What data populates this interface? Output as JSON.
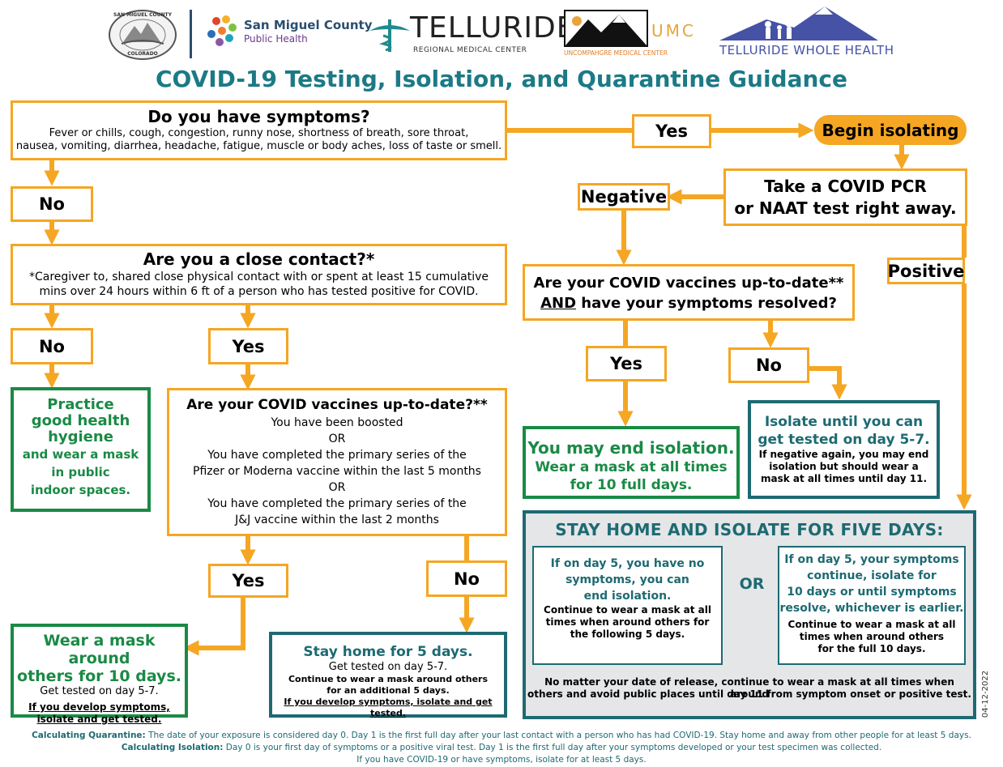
{
  "logos": {
    "county_seal": {
      "top": "SAN MIGUEL COUNTY",
      "bottom": "COLORADO"
    },
    "public_health": {
      "line1": "San Miguel County",
      "line2": "Public Health"
    },
    "telluride": {
      "name": "TELLURIDE",
      "sub": "REGIONAL MEDICAL CENTER"
    },
    "umc": {
      "abbr": "UMC",
      "name": "UNCOMPAHGRE MEDICAL CENTER"
    },
    "whole_health": {
      "name": "TELLURIDE WHOLE HEALTH"
    }
  },
  "title": "COVID-19 Testing, Isolation, and Quarantine Guidance",
  "symptoms": {
    "question": "Do you have symptoms?",
    "line1": "Fever or chills, cough, congestion, runny nose, shortness of breath, sore throat,",
    "line2": "nausea, vomiting, diarrhea, headache, fatigue, muscle or body aches, loss of taste or smell."
  },
  "labels": {
    "yes": "Yes",
    "no": "No",
    "negative": "Negative",
    "positive": "Positive"
  },
  "begin_isolating": "Begin isolating",
  "pcr": {
    "line1": "Take a COVID PCR",
    "line2": "or NAAT test right away."
  },
  "close_contact": {
    "question": "Are you a close contact?*",
    "line1": "*Caregiver to, shared close physical contact with or spent at least 15 cumulative",
    "line2": "mins over 24 hours within 6 ft of a person who has tested positive for COVID."
  },
  "hygiene": {
    "line1": "Practice",
    "line2": "good health",
    "line3": "hygiene",
    "line4": "and wear a mask",
    "line5": "in public",
    "line6": "indoor spaces."
  },
  "vaccines": {
    "question": "Are your COVID vaccines up-to-date?**",
    "l1": "You have been boosted",
    "or1": "OR",
    "l2": "You have completed the primary series of the",
    "l3": "Pfizer or Moderna vaccine within the last 5 months",
    "or2": "OR",
    "l4": "You have completed the primary series of the",
    "l5": "J&J vaccine within the last 2 months"
  },
  "vax_resolved": {
    "line1": "Are your COVID vaccines up-to-date**",
    "and": "AND",
    "line2": " have your symptoms resolved?"
  },
  "end_isolation": {
    "title": "You may end isolation.",
    "line1": "Wear a mask at all times",
    "line2": "for 10 full days."
  },
  "isolate_until": {
    "line1": "Isolate until you can",
    "line2": "get tested on day 5-7.",
    "n1": "If negative again, you may end",
    "n2": "isolation but should wear a",
    "n3": "mask at all times until day 11."
  },
  "mask10": {
    "line1": "Wear a mask around",
    "line2": "others for 10 days.",
    "tested": "Get tested on day 5-7.",
    "u1": "If you develop symptoms,",
    "u2": "isolate and get tested."
  },
  "stay5": {
    "title": "Stay home for 5 days.",
    "tested": "Get tested on day 5-7.",
    "c1": "Continue to wear a mask around others",
    "c2": "for an additional 5 days.",
    "u": "If you develop symptoms, isolate and get tested."
  },
  "five_days": {
    "title": "STAY HOME AND ISOLATE FOR FIVE DAYS:",
    "left": {
      "t1": "If on day 5, you have no",
      "t2": "symptoms, you can",
      "t3": "end isolation.",
      "b1": "Continue to wear a mask at all",
      "b2": "times when around others for",
      "b3": "the following 5 days."
    },
    "or": "OR",
    "right": {
      "t1": "If on day 5, your symptoms",
      "t2": "continue, isolate for",
      "t3": "10 days or until symptoms",
      "t4": "resolve, whichever is earlier.",
      "b1": "Continue to wear a mask at all",
      "b2": "times when around others",
      "b3": "for the full 10 days."
    },
    "f1": "No matter your date of release, continue to wear a mask at all times when around",
    "f2": "others and avoid public places until day 11 from symptom onset or positive test."
  },
  "date_stamp": "04-12-2022",
  "footer": {
    "q_label": "Calculating Quarantine:",
    "q_text": " The date of your exposure is considered day 0. Day 1 is the first full day after your last contact with a person who has had COVID-19. Stay home and away from other people for at least 5 days.",
    "i_label": "Calculating Isolation:",
    "i_text": " Day 0 is your first day of symptoms or a positive viral test. Day 1 is the first full day after your symptoms developed or your test specimen was collected.",
    "last": "If you have COVID-19 or have symptoms, isolate for at least 5 days."
  },
  "colors": {
    "orange": "#f5a623",
    "green": "#1a8a45",
    "teal": "#1d6a72",
    "title_teal": "#1b7a86",
    "panel_gray": "#e4e6e8"
  }
}
